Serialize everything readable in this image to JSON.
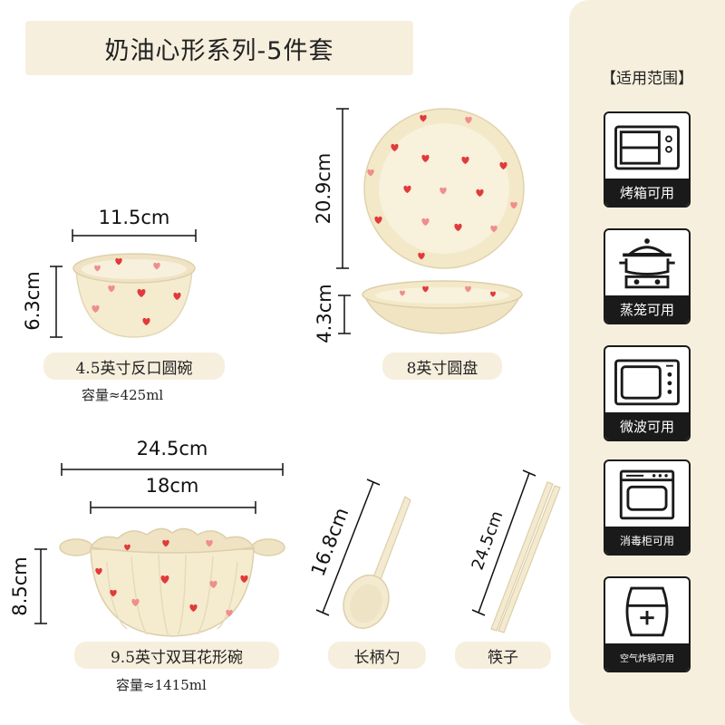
{
  "title": "奶油心形系列-5件套",
  "usage": {
    "heading": "【适用范围】",
    "items": [
      {
        "label": "烤箱可用",
        "icon": "oven-icon"
      },
      {
        "label": "蒸笼可用",
        "icon": "steamer-icon"
      },
      {
        "label": "微波可用",
        "icon": "microwave-icon"
      },
      {
        "label": "消毒柜可用",
        "icon": "sterilizer-icon"
      },
      {
        "label": "空气炸锅可用",
        "icon": "air-fryer-icon"
      }
    ]
  },
  "products": {
    "small_bowl": {
      "name": "4.5英寸反口圆碗",
      "capacity": "容量≈425ml",
      "width": "11.5cm",
      "height": "6.3cm"
    },
    "plate": {
      "name": "8英寸圆盘",
      "diameter": "20.9cm",
      "height": "4.3cm"
    },
    "large_bowl": {
      "name": "9.5英寸双耳花形碗",
      "capacity": "容量≈1415ml",
      "outer_width": "24.5cm",
      "inner_width": "18cm",
      "height": "8.5cm"
    },
    "spoon": {
      "name": "长柄勺",
      "length": "16.8cm"
    },
    "chopsticks": {
      "name": "筷子",
      "length": "24.5cm"
    }
  },
  "colors": {
    "cream": "#f7efdd",
    "ceramic": "#f5ecd0",
    "heart_red": "#e23a3a",
    "heart_pink": "#f08d8d",
    "dark": "#1a1a1a"
  }
}
